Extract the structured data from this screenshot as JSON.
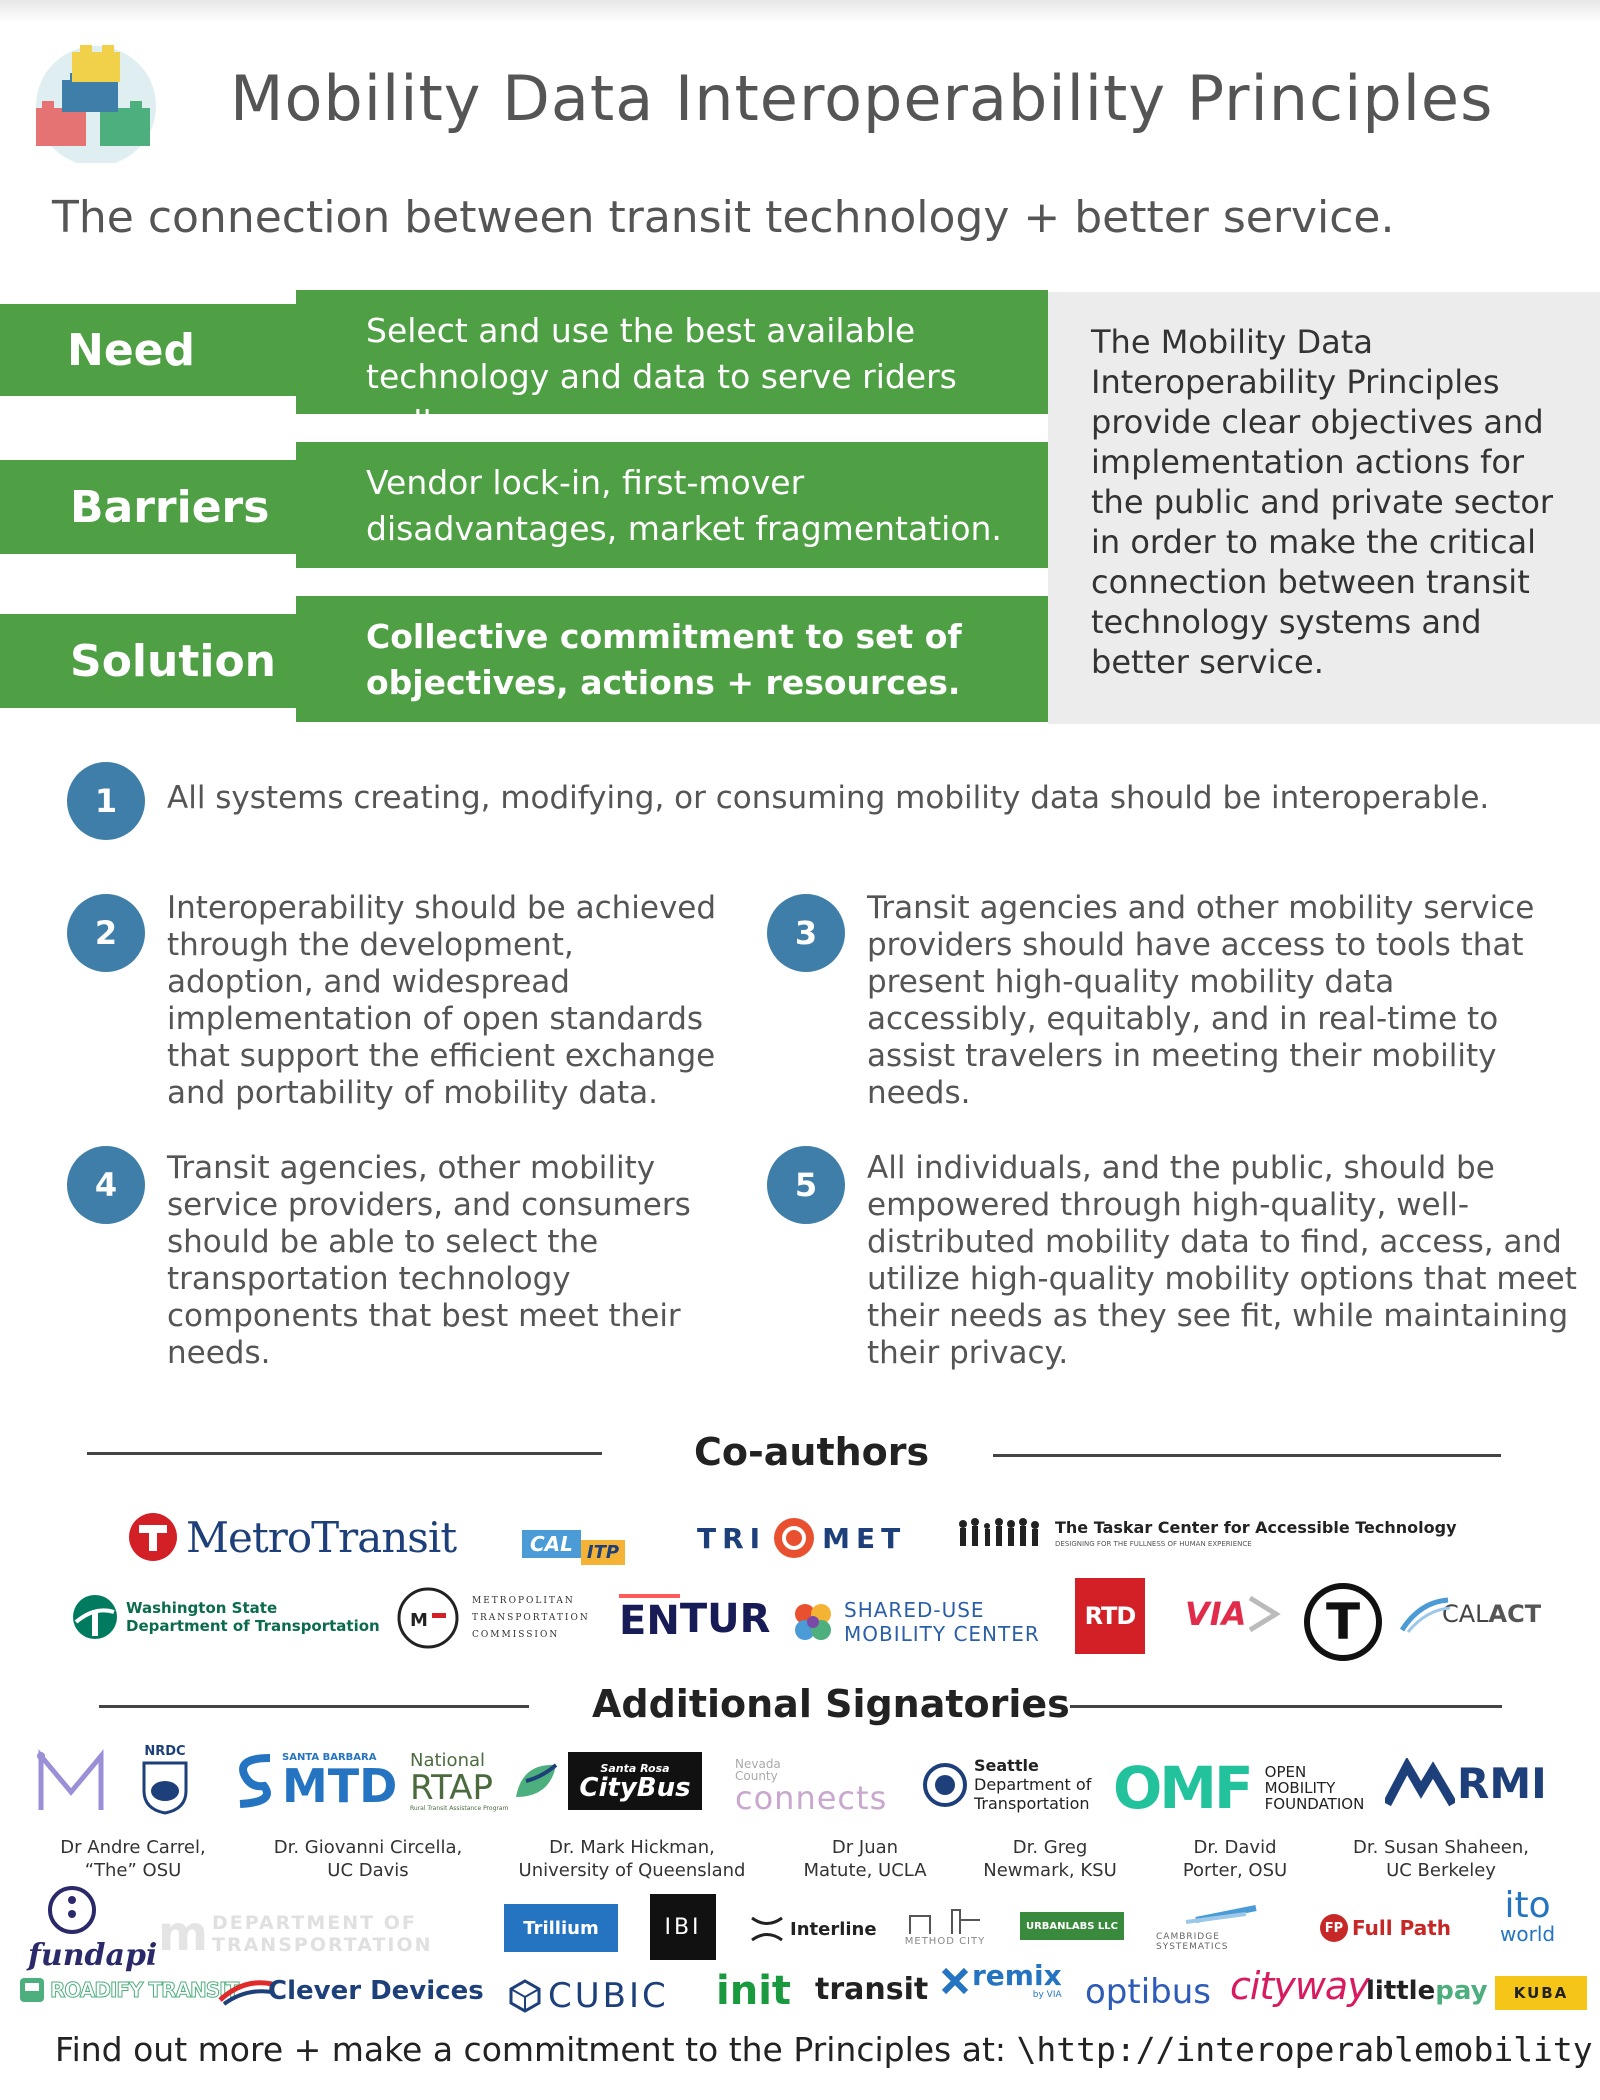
{
  "header": {
    "title": "Mobility Data Interoperability Principles",
    "subtitle": "The connection between transit technology + better service."
  },
  "framing": [
    {
      "label": "Need",
      "text": "Select and use the best available technology and data to serve riders well."
    },
    {
      "label": "Barriers",
      "text": "Vendor lock-in, first-mover disadvantages, market fragmentation."
    },
    {
      "label": "Solution",
      "text": "Collective commitment to set of objectives, actions + resources."
    }
  ],
  "summary": "The Mobility Data Interoperability Principles provide clear objectives and implementation actions for the public and private sector in order to make the critical connection between transit technology systems and better service.",
  "principles": [
    {
      "num": "1",
      "text": "All systems creating, modifying, or consuming mobility data should be interoperable."
    },
    {
      "num": "2",
      "text": "Interoperability should be achieved through the development, adoption, and widespread implementation of open standards that support the efficient exchange and portability of mobility data."
    },
    {
      "num": "3",
      "text": "Transit agencies and other mobility service providers should have access to tools that present high-quality mobility data accessibly, equitably, and in real-time to assist travelers in meeting their mobility needs."
    },
    {
      "num": "4",
      "text": "Transit agencies, other mobility service providers, and consumers should be able to select the transportation technology components that best meet their needs."
    },
    {
      "num": "5",
      "text": "All individuals, and the public, should be empowered through high-quality, well-distributed mobility data to find, access, and utilize high-quality mobility options that meet their needs as they see fit, while maintaining their privacy."
    }
  ],
  "coauthors": {
    "title": "Co-authors",
    "orgs": {
      "metro_transit": "MetroTransit",
      "cal_itp_1": "CAL",
      "cal_itp_2": "ITP",
      "trimet_1": "TRI",
      "trimet_2": "MET",
      "taskar": "The Taskar Center for Accessible Technology",
      "taskar_tag": "DESIGNING FOR THE FULLNESS OF HUMAN EXPERIENCE",
      "wsdot_1": "Washington State",
      "wsdot_2": "Department of Transportation",
      "mtc_1": "METROPOLITAN",
      "mtc_2": "TRANSPORTATION",
      "mtc_3": "COMMISSION",
      "entur_1": "EN",
      "entur_2": "TUR",
      "sumc_1": "SHARED-USE",
      "sumc_2": "MOBILITY CENTER",
      "rtd": "RTD",
      "via": "VIA",
      "mbta": "T",
      "calact_1": "CAL",
      "calact_2": "ACT"
    }
  },
  "signatories": {
    "title": "Additional Signatories",
    "orgs": {
      "nrdc": "NRDC",
      "sbmtd_1": "SANTA BARBARA",
      "sbmtd_2": "MTD",
      "rtap_1": "National",
      "rtap_2": "RTAP",
      "rtap_3": "Rural Transit Assistance Program",
      "citybus_1": "Santa Rosa",
      "citybus_2": "CityBus",
      "nevada_1": "Nevada",
      "nevada_2": "County",
      "nevada_3": "connects",
      "seattle_1": "Seattle",
      "seattle_2": "Department of",
      "seattle_3": "Transportation",
      "omf_1": "OMF",
      "omf_2": "OPEN",
      "omf_3": "MOBILITY",
      "omf_4": "FOUNDATION",
      "rmi": "RMI",
      "fundapi": "fundapi",
      "mndot_1": "DEPARTMENT OF",
      "mndot_2": "TRANSPORTATION",
      "trillium": "Trillium",
      "ibi": "IBI",
      "interline": "Interline",
      "methodcity": "METHOD CITY",
      "urbanlabs": "URBANLABS LLC",
      "cambridge_1": "CAMBRIDGE",
      "cambridge_2": "SYSTEMATICS",
      "fullpath_1": "FP",
      "fullpath_2": "Full Path",
      "ito_1": "ito",
      "ito_2": "world",
      "roadify": "ROADIFY TRANSIT",
      "clever": "Clever Devices",
      "cubic": "CUBIC",
      "init": "init",
      "transit": "transit",
      "remix_1": "remix",
      "remix_2": "by VIA",
      "optibus": "optibus",
      "cityway": "cityway",
      "littlepay_1": "little",
      "littlepay_2": "pay",
      "kuba": "KUBA"
    },
    "people": [
      {
        "line1": "Dr Andre Carrel,",
        "line2": "“The” OSU"
      },
      {
        "line1": "Dr. Giovanni Circella,",
        "line2": "UC Davis"
      },
      {
        "line1": "Dr. Mark Hickman,",
        "line2": "University of Queensland"
      },
      {
        "line1": "Dr Juan",
        "line2": "Matute, UCLA"
      },
      {
        "line1": "Dr. Greg",
        "line2": "Newmark, KSU"
      },
      {
        "line1": "Dr. David",
        "line2": "Porter, OSU"
      },
      {
        "line1": "Dr. Susan Shaheen,",
        "line2": "UC Berkeley"
      }
    ]
  },
  "footer": {
    "text": "Find out more + make a commitment to the Principles at: ",
    "url": "\\http://interoperablemobility.org"
  },
  "colors": {
    "green": "#4f9f45",
    "blue_circle": "#3f7ea8",
    "panel_gray": "#ececec",
    "text_gray": "#555555"
  }
}
